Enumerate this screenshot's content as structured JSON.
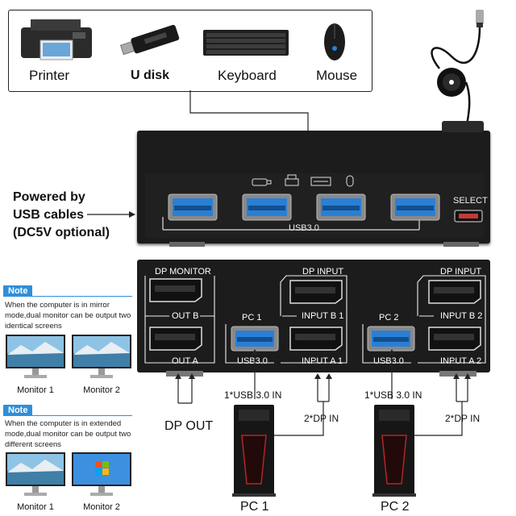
{
  "devices": {
    "printer": "Printer",
    "udisk": "U disk",
    "keyboard": "Keyboard",
    "mouse": "Mouse"
  },
  "top_panel": {
    "usb_label": "USB3.0",
    "select_label": "SELECT"
  },
  "power_note": {
    "line1": "Powered by",
    "line2": "USB cables",
    "line3": "(DC5V optional)"
  },
  "back_panel": {
    "dp_monitor": "DP MONITOR",
    "out_b": "OUT B",
    "out_a": "OUT A",
    "pc1": "PC 1",
    "pc2": "PC 2",
    "dp_input_1": "DP INPUT",
    "dp_input_2": "DP INPUT",
    "input_b1": "INPUT B 1",
    "input_a1": "INPUT A 1",
    "input_b2": "INPUT B 2",
    "input_a2": "INPUT A 2",
    "usb_1": "USB3.0",
    "usb_2": "USB3.0"
  },
  "notes": [
    {
      "tag": "Note",
      "text": "When the computer is in mirror mode,dual monitor can be output two identical screens",
      "monitor1": "Monitor 1",
      "monitor2": "Monitor 2"
    },
    {
      "tag": "Note",
      "text": "When the computer is in extended mode,dual monitor can be output two different screens",
      "monitor1": "Monitor 1",
      "monitor2": "Monitor 2"
    }
  ],
  "connections": {
    "dp_out": "DP OUT",
    "usb_in_1": "1*USB 3.0 IN",
    "dp_in_1": "2*DP IN",
    "usb_in_2": "1*USB 3.0 IN",
    "dp_in_2": "2*DP IN",
    "pc1_label": "PC 1",
    "pc2_label": "PC 2"
  },
  "colors": {
    "device_body": "#1c1c1c",
    "usb_blue": "#2a7fd4",
    "note_blue": "#2f8fd9"
  }
}
